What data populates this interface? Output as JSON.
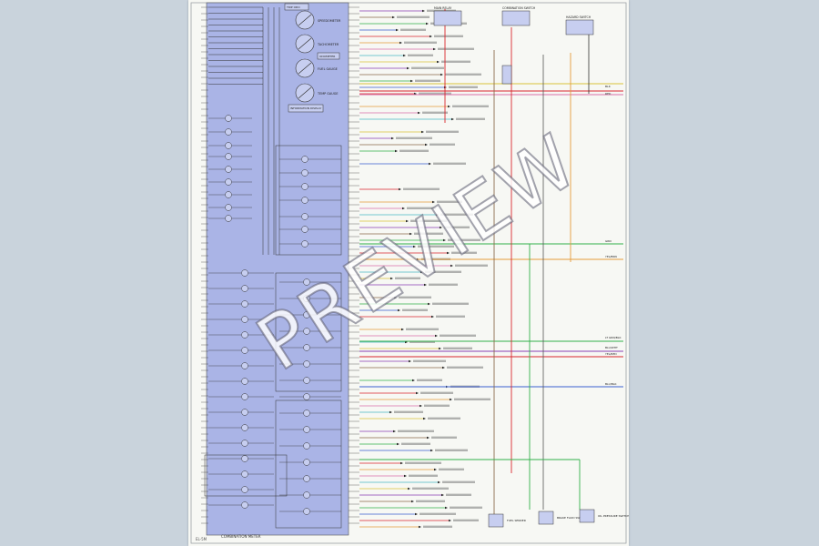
{
  "diagram": {
    "cluster": {
      "gauges": [
        "SPEEDOMETER",
        "TACHOMETER",
        "FUEL GAUGE",
        "TEMP GAUGE"
      ],
      "odometer_label": "ODOMETER",
      "trip_label": "TRIP ODO",
      "info_label": "INFORMATION DISPLAY",
      "footer": "COMBINATION METER"
    },
    "page_code": "EL-5M",
    "top_components": [
      "MAIN RELAY",
      "COMBINATION SWITCH",
      "HAZARD SWITCH"
    ],
    "wire_colors": {
      "red": "#d9262e",
      "green": "#32b04a",
      "orange": "#e59b3a",
      "blue": "#3b5fd0",
      "purple": "#8a3fb5",
      "brown": "#8a6a4a",
      "pink": "#d86fa8",
      "yellow": "#d9c23a",
      "cyan": "#4bb7c6"
    },
    "right_labels": [
      "BLK",
      "RED",
      "GRN",
      "YEL/BRN",
      "LT GRN/BLK",
      "BLU/WHT",
      "YEL/RED",
      "BLU/BLK"
    ],
    "bottom_components": [
      "FUEL SENDER",
      "OIL PRESSURE SWITCH",
      "BRAKE FLUID SW"
    ]
  },
  "watermark": "PREVIEW"
}
